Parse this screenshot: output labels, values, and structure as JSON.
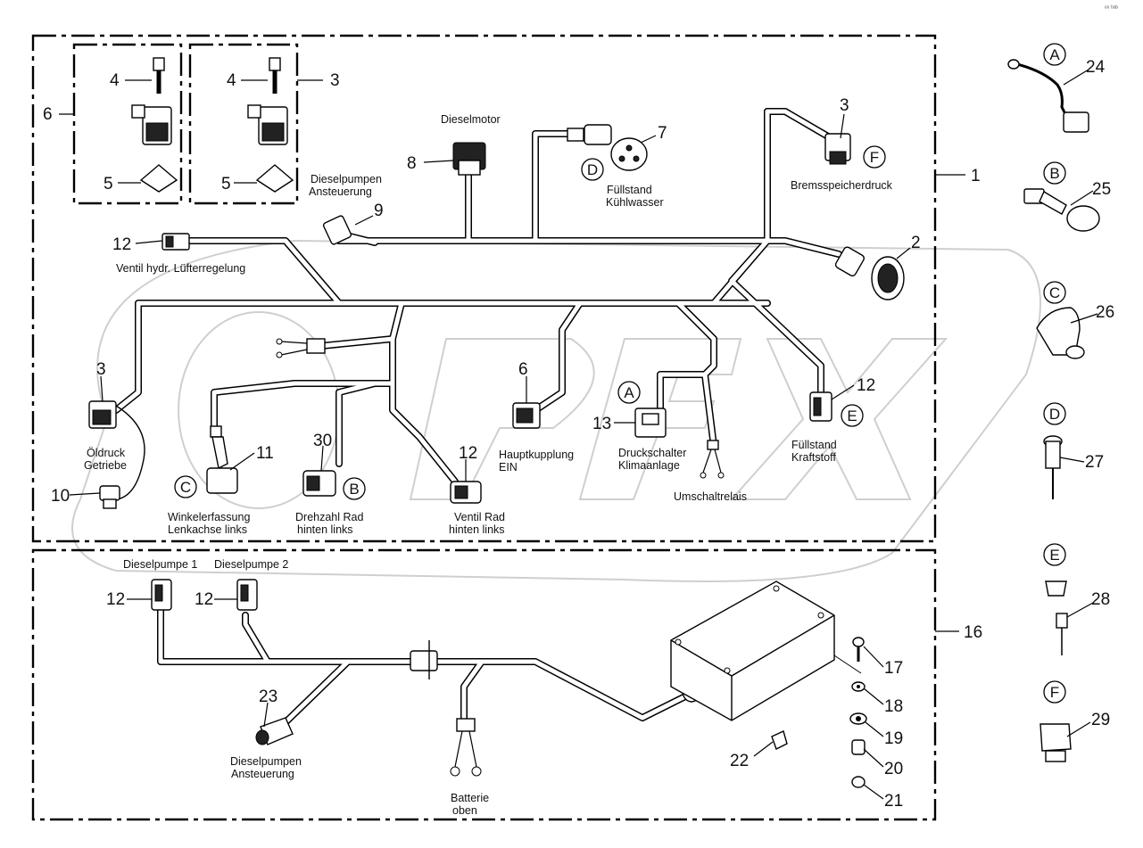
{
  "header": {
    "corner_mark": "ᵉᵒ ᵇᵃᵇ"
  },
  "callouts": {
    "n1": "1",
    "n2": "2",
    "n3a": "3",
    "n3b": "3",
    "n3c": "3",
    "n4a": "4",
    "n4b": "4",
    "n5a": "5",
    "n5b": "5",
    "n6a": "6",
    "n6b": "6",
    "n7": "7",
    "n8": "8",
    "n9": "9",
    "n10": "10",
    "n11": "11",
    "n12a": "12",
    "n12b": "12",
    "n12c": "12",
    "n12d": "12",
    "n12e": "12",
    "n13": "13",
    "n16": "16",
    "n17": "17",
    "n18": "18",
    "n19": "19",
    "n20": "20",
    "n21": "21",
    "n22": "22",
    "n23": "23",
    "n24": "24",
    "n25": "25",
    "n26": "26",
    "n27": "27",
    "n28": "28",
    "n29": "29",
    "n30": "30"
  },
  "letters": {
    "a_main": "A",
    "b_main": "B",
    "c_main": "C",
    "d_main": "D",
    "e_main": "E",
    "f_main": "F",
    "a_side": "A",
    "b_side": "B",
    "c_side": "C",
    "d_side": "D",
    "e_side": "E",
    "f_side": "F"
  },
  "labels": {
    "dieselmotor": "Dieselmotor",
    "dieselpumpen_1": "Dieselpumpen",
    "dieselpumpen_2": "Ansteuerung",
    "fuellstand_k1": "Füllstand",
    "fuellstand_k2": "Kühlwasser",
    "bremsspeicher": "Bremsspeicherdruck",
    "ventil_luefter": "Ventil hydr. Lüfterregelung",
    "oeldruck_1": "Öldruck",
    "oeldruck_2": "Getriebe",
    "winkel_1": "Winkelerfassung",
    "winkel_2": "Lenkachse links",
    "drehzahl_1": "Drehzahl Rad",
    "drehzahl_2": "hinten links",
    "ventil_rad_1": "Ventil Rad",
    "ventil_rad_2": "hinten links",
    "haupt_1": "Hauptkupplung",
    "haupt_2": "EIN",
    "druck_1": "Druckschalter",
    "druck_2": "Klimaanlage",
    "umschalt": "Umschaltrelais",
    "fuell_kraft_1": "Füllstand",
    "fuell_kraft_2": "Kraftstoff",
    "dp1": "Dieselpumpe 1",
    "dp2": "Dieselpumpe 2",
    "dp_ans_1": "Dieselpumpen",
    "dp_ans_2": "Ansteuerung",
    "batterie_1": "Batterie",
    "batterie_2": "oben"
  }
}
